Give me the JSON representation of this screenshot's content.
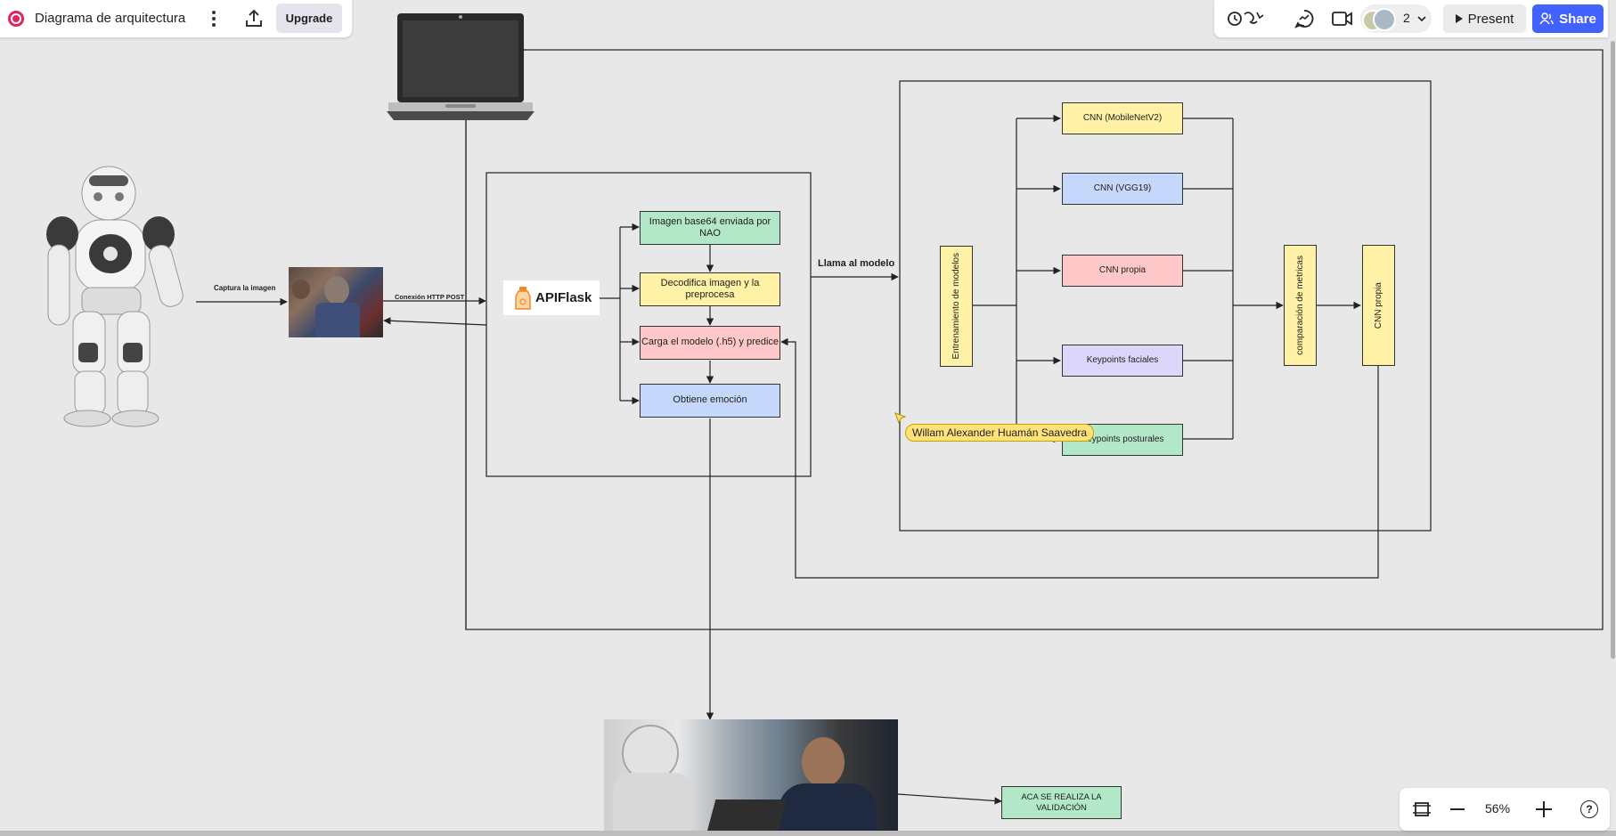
{
  "app": {
    "doc_title": "Diagrama de arquitectura",
    "upgrade_label": "Upgrade",
    "present_label": "Present",
    "share_label": "Share",
    "collaborator_count": "2",
    "zoom_level": "56%",
    "brand_color": "#e0245e",
    "share_color": "#4262ff"
  },
  "diagram": {
    "labels": {
      "captura": "Captura la imagen",
      "conexion": "Conexión HTTP POST",
      "llama": "Llama al modelo"
    },
    "apiflask_logo": "APIFlask",
    "flask_steps": [
      "Imagen base64 enviada por NAO",
      "Decodifica imagen y la preprocesa",
      "Carga el modelo (.h5) y predice",
      "Obtiene emoción"
    ],
    "training_label": "Entrenamiento de modelos",
    "models": [
      "CNN (MobileNetV2)",
      "CNN (VGG19)",
      "CNN propia",
      "Keypoints faciales",
      "Keypoints posturales"
    ],
    "comparison_label": "comparación de metricas",
    "result_label": "CNN propia",
    "validation_label": "ACA SE REALIZA LA VALIDACIÓN",
    "cursor_user": "Willam Alexander Huamán Saavedra"
  },
  "colors": {
    "green": "#b2e8c8",
    "yellow": "#fff2a6",
    "red": "#ffc8c8",
    "blue": "#c5d8fb",
    "purple": "#dcd6fb",
    "cursor": "#ffe27a"
  }
}
